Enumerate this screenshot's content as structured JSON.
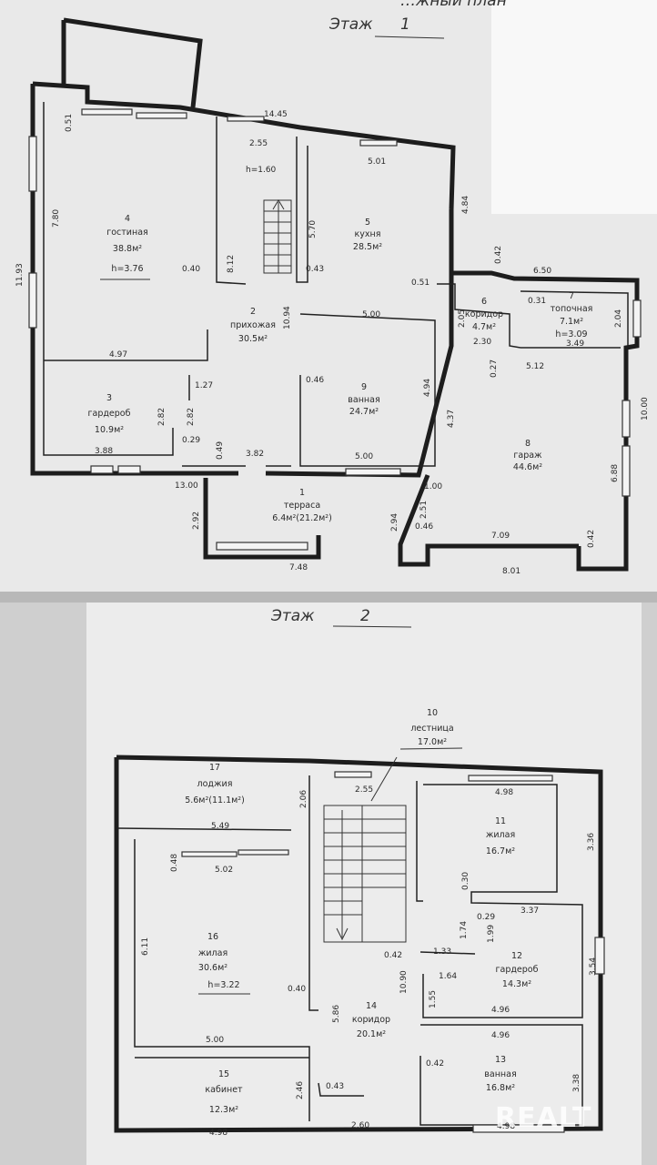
{
  "header": {
    "top_title": "…жный план",
    "floor1_label": "Этаж",
    "floor1_num": "1",
    "floor2_label": "Этаж",
    "floor2_num": "2"
  },
  "floor1": {
    "rooms": [
      {
        "num": "4",
        "name": "гостиная",
        "area": "38.8м²",
        "height": "h=3.76"
      },
      {
        "num": "5",
        "name": "кухня",
        "area": "28.5м²"
      },
      {
        "num": "2",
        "name": "прихожая",
        "area": "30.5м²"
      },
      {
        "num": "3",
        "name": "гардероб",
        "area": "10.9м²"
      },
      {
        "num": "9",
        "name": "ванная",
        "area": "24.7м²"
      },
      {
        "num": "6",
        "name": "коридор",
        "area": "4.7м²"
      },
      {
        "num": "7",
        "name": "топочная",
        "area": "7.1м²",
        "height": "h=3.09"
      },
      {
        "num": "8",
        "name": "гараж",
        "area": "44.6м²"
      },
      {
        "num": "1",
        "name": "терраса",
        "area": "6.4м²(21.2м²)"
      }
    ],
    "stair_height": "h=1.60",
    "dims": [
      "0.51",
      "14.45",
      "2.55",
      "5.01",
      "7.80",
      "11.93",
      "5.70",
      "4.84",
      "0.40",
      "8.12",
      "0.43",
      "0.42",
      "6.50",
      "0.51",
      "10.94",
      "5.00",
      "2.05",
      "0.31",
      "2.04",
      "2.30",
      "3.49",
      "4.97",
      "1.27",
      "0.46",
      "4.94",
      "0.27",
      "5.12",
      "2.82",
      "2.82",
      "4.37",
      "10.00",
      "0.29",
      "3.88",
      "0.49",
      "3.82",
      "5.00",
      "1.00",
      "6.88",
      "13.00",
      "2.51",
      "2.92",
      "2.94",
      "0.46",
      "7.09",
      "0.42",
      "7.48",
      "8.01"
    ]
  },
  "floor2": {
    "rooms": [
      {
        "num": "10",
        "name": "лестница",
        "area": "17.0м²"
      },
      {
        "num": "17",
        "name": "лоджия",
        "area": "5.6м²(11.1м²)"
      },
      {
        "num": "11",
        "name": "жилая",
        "area": "16.7м²"
      },
      {
        "num": "16",
        "name": "жилая",
        "area": "30.6м²",
        "height": "h=3.22"
      },
      {
        "num": "12",
        "name": "гардероб",
        "area": "14.3м²"
      },
      {
        "num": "14",
        "name": "коридор",
        "area": "20.1м²"
      },
      {
        "num": "13",
        "name": "ванная",
        "area": "16.8м²"
      },
      {
        "num": "15",
        "name": "кабинет",
        "area": "12.3м²"
      }
    ],
    "dims": [
      "2.55",
      "4.98",
      "2.06",
      "5.49",
      "3.36",
      "0.48",
      "5.02",
      "0.30",
      "0.29",
      "3.37",
      "1.74",
      "1.99",
      "6.11",
      "0.42",
      "1.33",
      "1.64",
      "3.54",
      "10.90",
      "1.55",
      "0.40",
      "4.96",
      "5.86",
      "4.96",
      "5.00",
      "0.42",
      "3.38",
      "2.46",
      "0.43",
      "4.98",
      "2.60",
      "4.98"
    ]
  },
  "watermark": "REALT",
  "colors": {
    "paper": "#ececec",
    "ink": "#1d1d1d",
    "band": "#d2d2d2"
  }
}
